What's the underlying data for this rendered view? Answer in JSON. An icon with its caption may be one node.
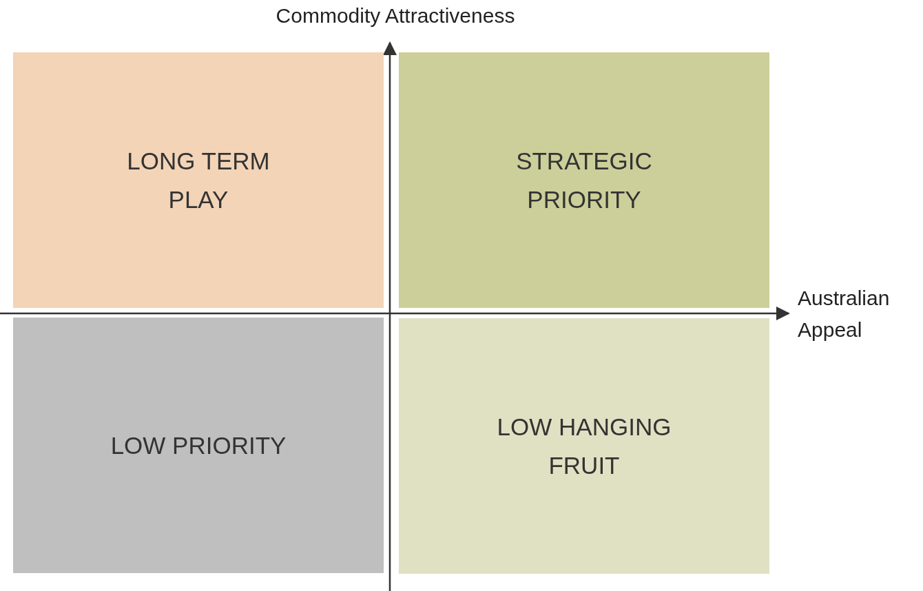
{
  "diagram": {
    "nodes": [
      {
        "text": [
          "LONG TERM PLAY"
        ]
      },
      {
        "text": [
          "STRATEGIC PRIORITY"
        ]
      },
      {
        "text": [
          "LOW PRIORITY"
        ]
      },
      {
        "text": [
          "LOW HANGING FRUIT"
        ]
      }
    ],
    "labels": [
      "Commodity Attractiveness",
      "Australian Appeal"
    ]
  }
}
